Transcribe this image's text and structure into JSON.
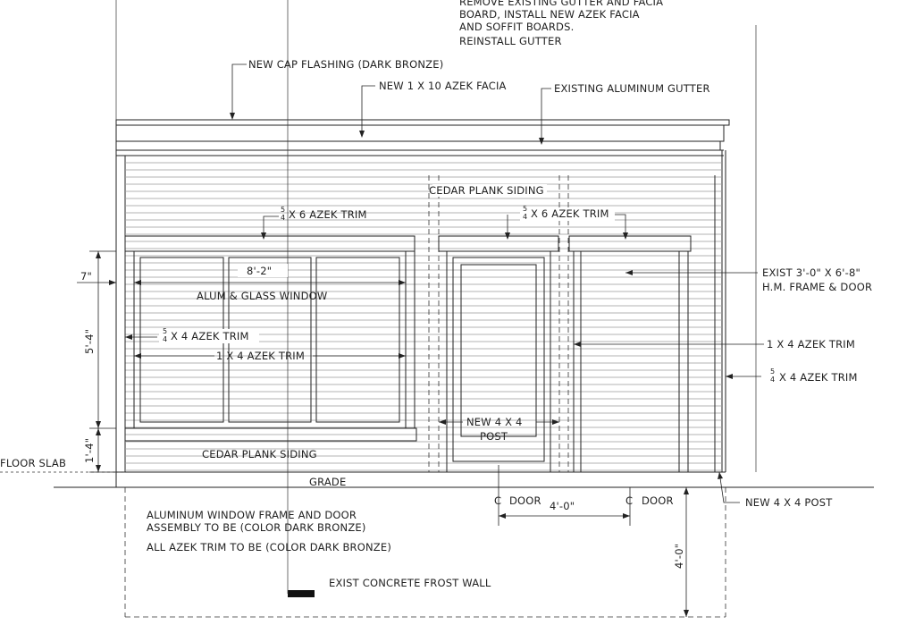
{
  "notes": {
    "gutter_line1": "REMOVE EXISTING GUTTER AND FACIA",
    "gutter_line2": "BOARD, INSTALL NEW AZEK FACIA",
    "gutter_line3": "AND SOFFIT BOARDS.",
    "gutter_line4": "REINSTALL GUTTER",
    "cap_flashing": "NEW CAP FLASHING (DARK BRONZE)",
    "azek_facia": "NEW 1 X 10 AZEK FACIA",
    "existing_gutter": "EXISTING ALUMINUM  GUTTER",
    "cedar_siding_upper": "CEDAR PLANK SIDING",
    "cedar_siding_lower": "CEDAR PLANK SIDING",
    "trim_6_left": "X 6 AZEK TRIM",
    "trim_6_right": "X 6 AZEK TRIM",
    "window_label": "ALUM & GLASS WINDOW",
    "trim_4_left": "X 4 AZEK TRIM",
    "trim_1x4_window": "1 X 4 AZEK TRIM",
    "door_line1": "EXIST 3'-0\" X 6'-8\"",
    "door_line2": "H.M. FRAME & DOOR",
    "trim_1x4_door": "1 X 4 AZEK TRIM",
    "trim_4_right": "X 4 AZEK TRIM",
    "post_line1": "NEW 4 X 4",
    "post_line2": "POST",
    "new_post": "NEW 4 X 4 POST",
    "floor_slab": "FLOOR SLAB",
    "grade": "GRADE",
    "door_cl_1": "DOOR",
    "door_cl_2": "DOOR",
    "cl_symbol_1": "C",
    "cl_symbol_2": "C",
    "fraction_num": "5",
    "fraction_den": "4",
    "general_note1": "ALUMINUM WINDOW FRAME AND DOOR",
    "general_note2": "ASSEMBLY TO BE (COLOR DARK BRONZE)",
    "general_note3": "ALL AZEK TRIM TO BE (COLOR DARK BRONZE)",
    "frost_wall": "EXIST CONCRETE FROST WALL"
  },
  "dimensions": {
    "window_width": "8'-2\"",
    "trim_7": "7\"",
    "window_height": "5'-4\"",
    "sill_height": "1'-4\"",
    "door_spacing": "4'-0\"",
    "foundation_depth": "4'-0\""
  }
}
